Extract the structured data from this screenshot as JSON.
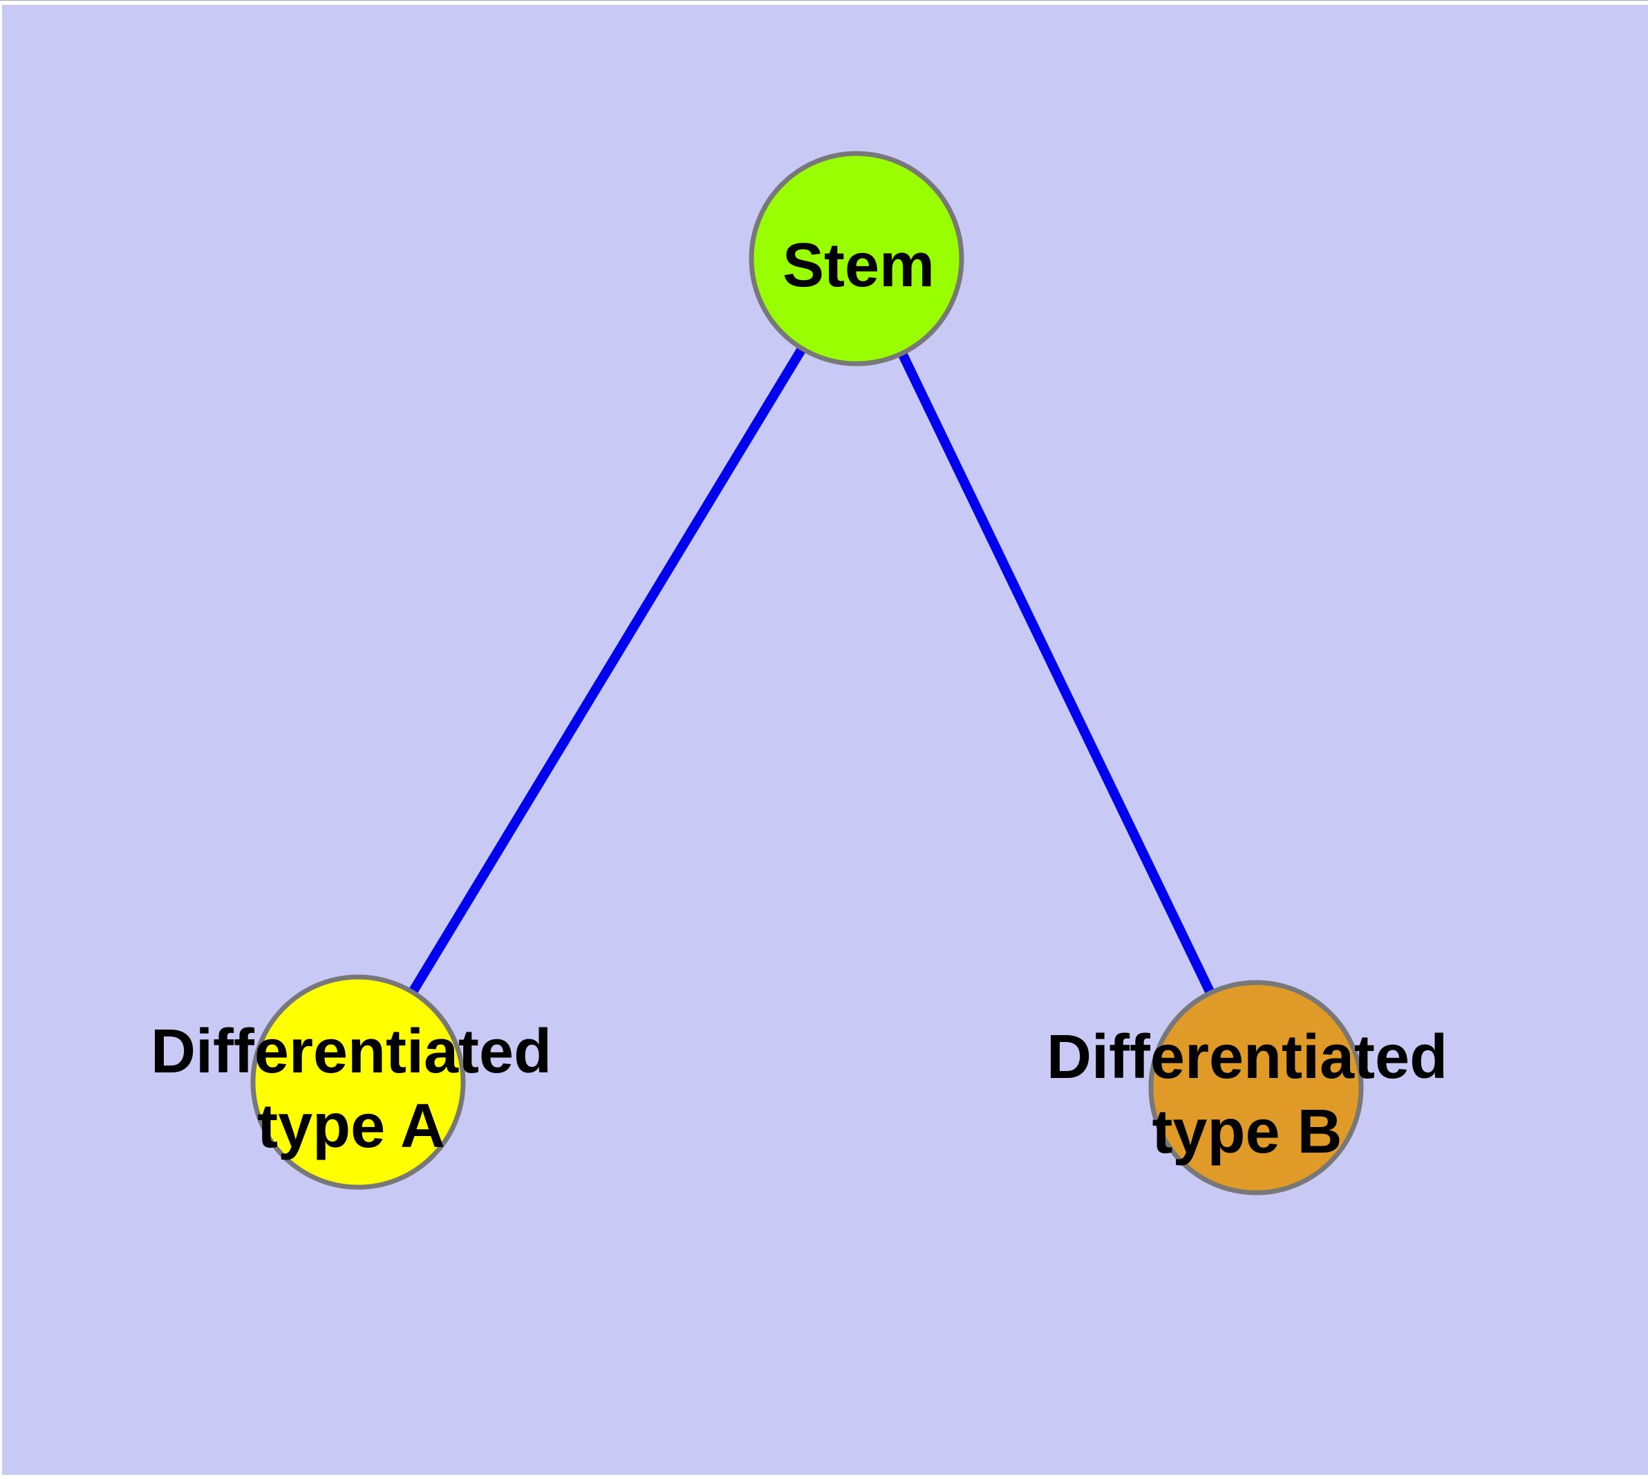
{
  "canvas": {
    "background_color": "#c9c9f6",
    "edge_color": "#0000ee",
    "node_border_color": "#787878"
  },
  "nodes": {
    "stem": {
      "label": "Stem",
      "color": "#99fe00"
    },
    "type_a": {
      "label_line1": "Differentiated",
      "label_line2": "type A",
      "color": "#ffff00"
    },
    "type_b": {
      "label_line1": "Differentiated",
      "label_line2": "type B",
      "color": "#e09a28"
    }
  },
  "edges": [
    {
      "from": "Stem",
      "to": "Differentiated type A"
    },
    {
      "from": "Stem",
      "to": "Differentiated type B"
    }
  ]
}
